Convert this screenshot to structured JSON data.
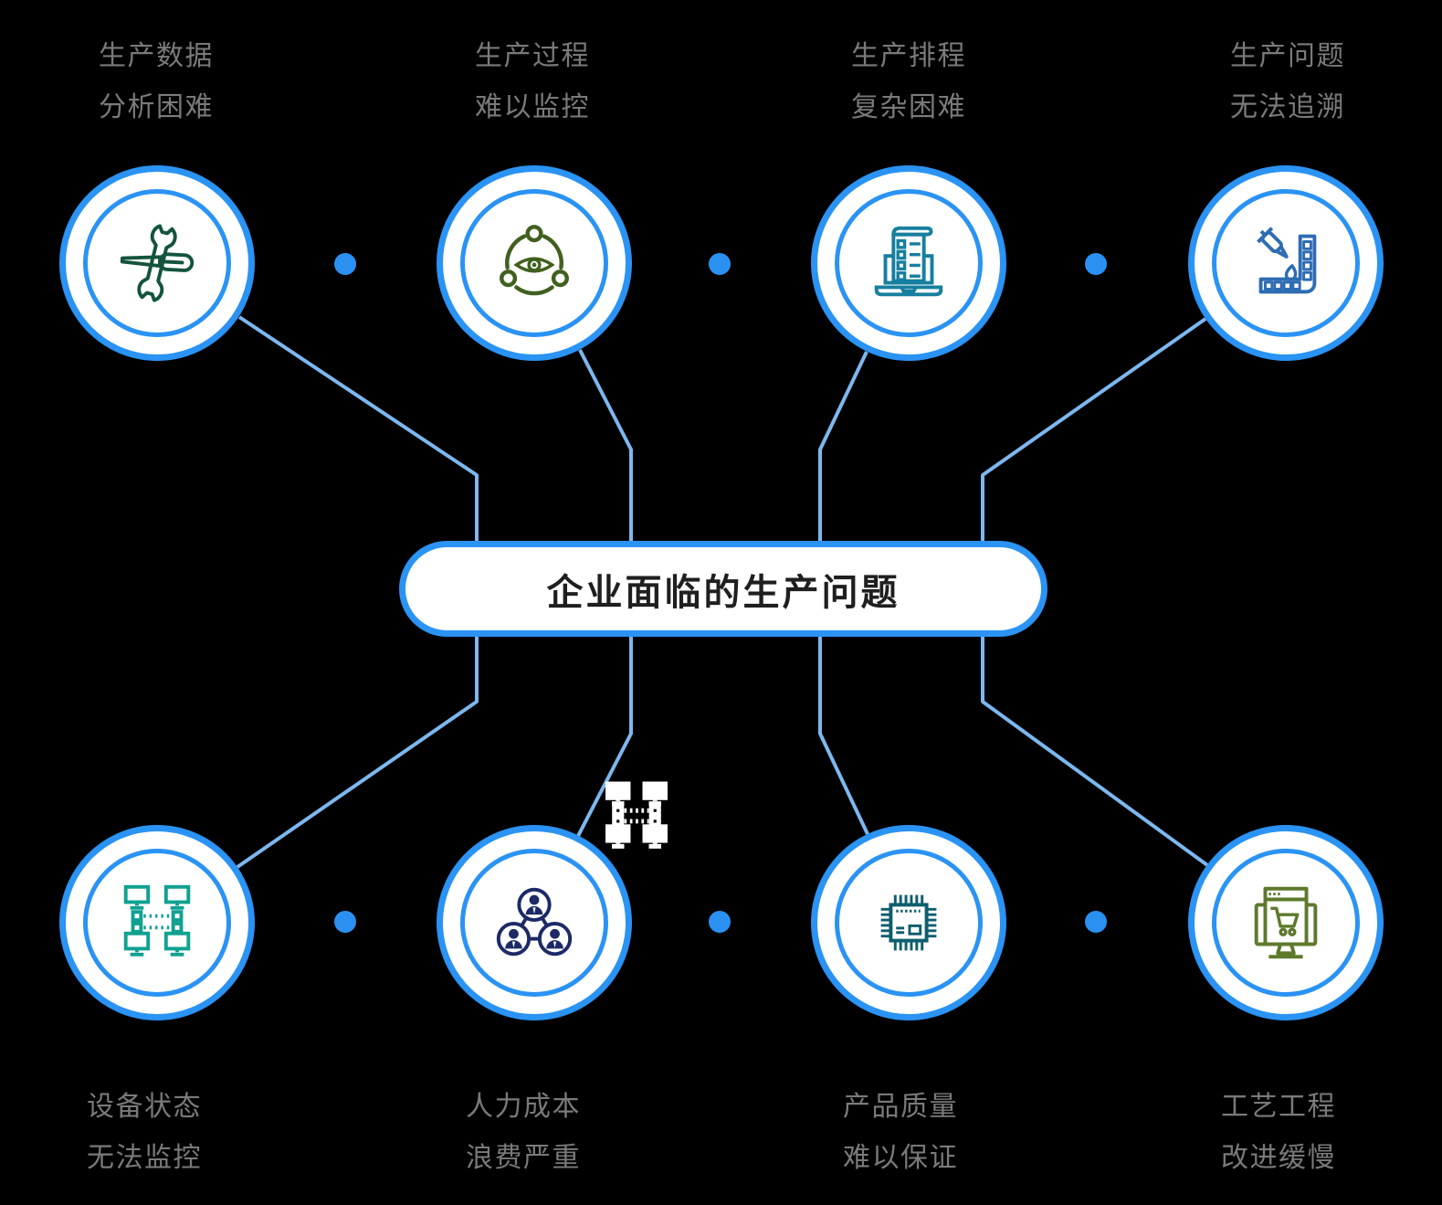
{
  "title": "企业面临的生产问题",
  "colors": {
    "background": "#000000",
    "ring_blue": "#2a93f4",
    "connector_blue": "#7db7ef",
    "dot_blue": "#2a91f3",
    "title_text": "#1f1f1f",
    "label_gray": "#7a7a7a",
    "center_icon_white": "#ffffff"
  },
  "problems": [
    {
      "id": "production-data",
      "label_line1": "生产数据",
      "label_line2": "分析困难",
      "icon": "wrench-screwdriver-icon",
      "icon_color": "#14543c",
      "row": "top"
    },
    {
      "id": "production-process",
      "label_line1": "生产过程",
      "label_line2": "难以监控",
      "icon": "eye-network-icon",
      "icon_color": "#41601f",
      "row": "top"
    },
    {
      "id": "production-scheduling",
      "label_line1": "生产排程",
      "label_line2": "复杂困难",
      "icon": "laptop-checklist-icon",
      "icon_color": "#177f9f",
      "row": "top"
    },
    {
      "id": "production-traceability",
      "label_line1": "生产问题",
      "label_line2": "无法追溯",
      "icon": "dropper-swatch-icon",
      "icon_color": "#2e6cb3",
      "row": "top"
    },
    {
      "id": "equipment-status",
      "label_line1": "设备状态",
      "label_line2": "无法监控",
      "icon": "monitor-network-icon",
      "icon_color": "#10a191",
      "row": "bottom"
    },
    {
      "id": "labor-cost",
      "label_line1": "人力成本",
      "label_line2": "浪费严重",
      "icon": "team-network-icon",
      "icon_color": "#1d2a66",
      "row": "bottom"
    },
    {
      "id": "product-quality",
      "label_line1": "产品质量",
      "label_line2": "难以保证",
      "icon": "chip-icon",
      "icon_color": "#0e5e6e",
      "row": "bottom"
    },
    {
      "id": "process-engineering",
      "label_line1": "工艺工程",
      "label_line2": "改进缓慢",
      "icon": "monitor-cart-icon",
      "icon_color": "#5d7a2c",
      "row": "bottom"
    }
  ]
}
